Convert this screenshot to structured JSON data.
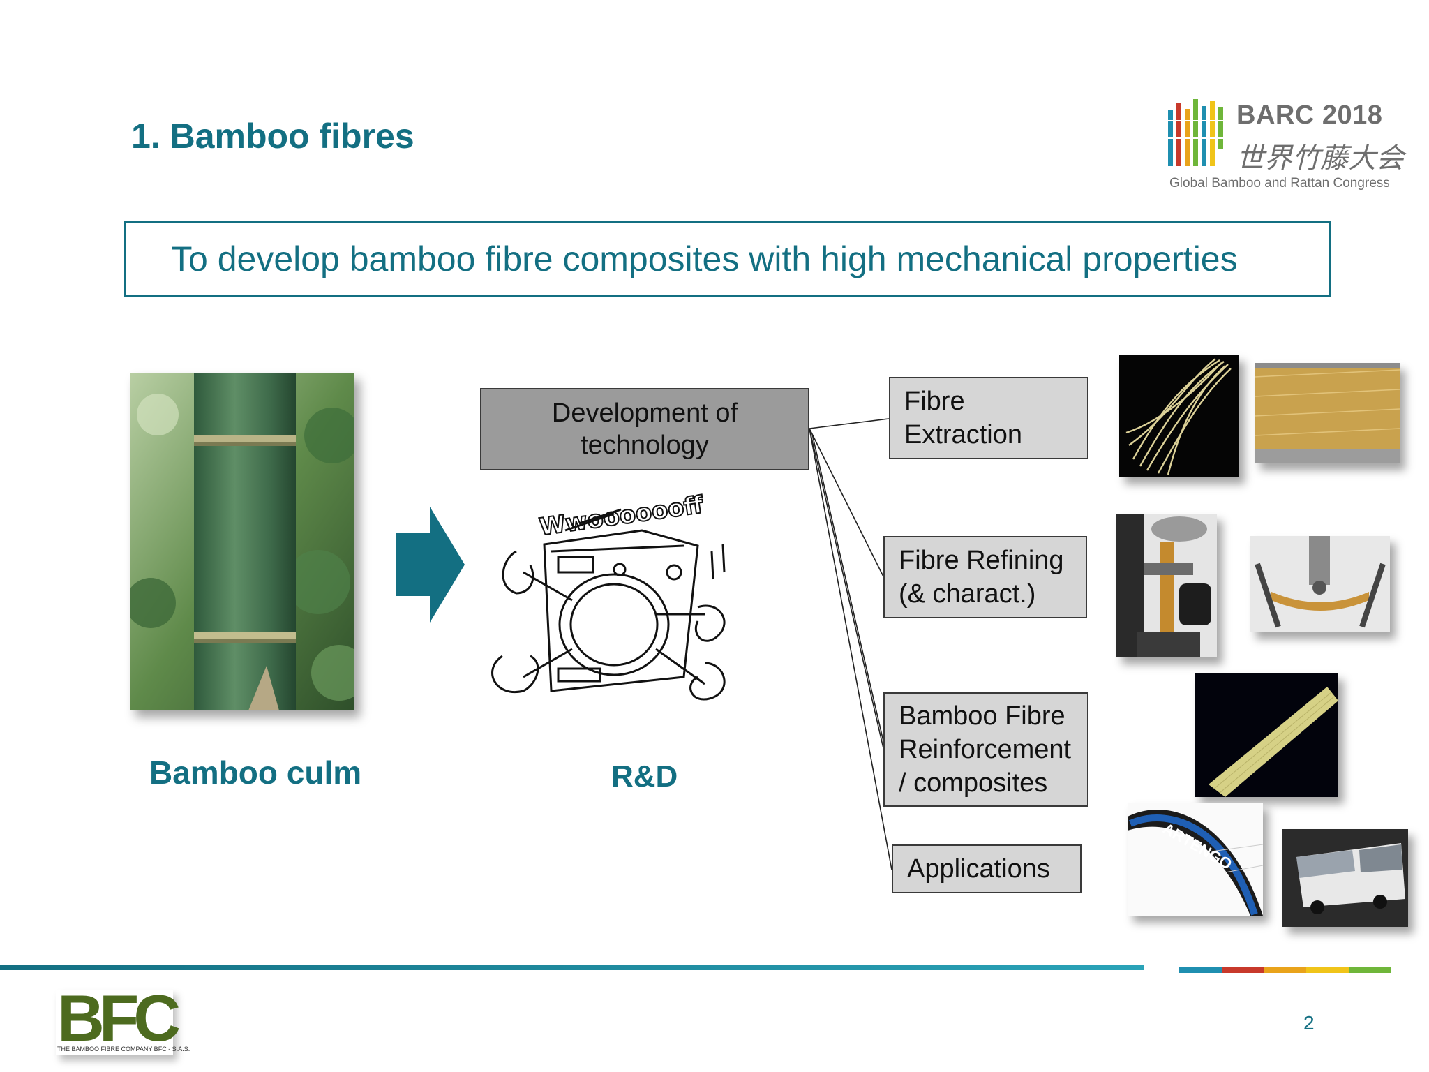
{
  "title": "1. Bamboo fibres",
  "logo": {
    "name": "BARC 2018",
    "chinese": "世界竹藤大会",
    "subtitle": "Global Bamboo and Rattan Congress"
  },
  "objective": "To develop bamboo fibre composites with high mechanical properties",
  "bamboo_caption": "Bamboo culm",
  "development_box": {
    "line1": "Development of",
    "line2": "technology"
  },
  "rd_caption": "R&D",
  "sketch_text": "Wwooooooff",
  "steps": [
    {
      "line1": "Fibre",
      "line2": "Extraction"
    },
    {
      "line1": "Fibre Refining",
      "line2": "(& charact.)"
    },
    {
      "line1": "Bamboo Fibre",
      "line2": "Reinforcement",
      "line3": "/ composites"
    },
    {
      "line1": "Applications"
    }
  ],
  "racket_brand": "ARTENGO",
  "footer": {
    "company_logo": "BFC",
    "company_tagline": "THE BAMBOO FIBRE COMPANY BFC - S.A.S.",
    "page_number": "2"
  },
  "colors": {
    "accent": "#136f82",
    "box_dark": "#9b9b9b",
    "box_light": "#d6d6d6",
    "footer_segments": [
      "#1f8fb0",
      "#c8392b",
      "#e9a31b",
      "#f0c419",
      "#6fb63a"
    ]
  }
}
